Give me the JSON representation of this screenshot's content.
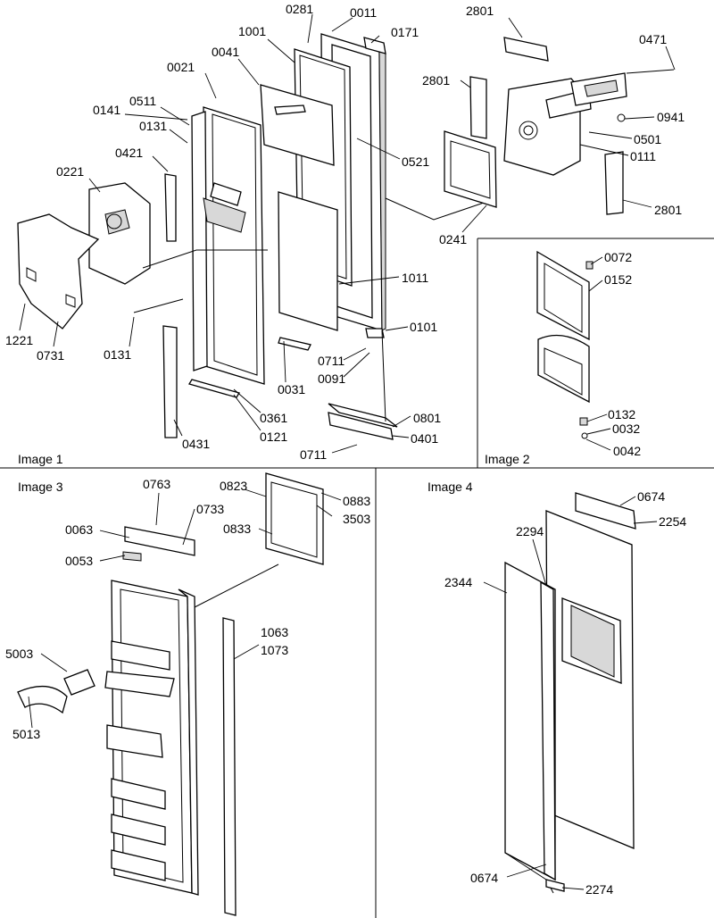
{
  "panels": [
    {
      "caption": "Image 1",
      "labels": [
        "0281",
        "0011",
        "1001",
        "0171",
        "0041",
        "0021",
        "0141",
        "0511",
        "0131",
        "0421",
        "0221",
        "1221",
        "0731",
        "0131",
        "0431",
        "0031",
        "0361",
        "0121",
        "0521",
        "1011",
        "0711",
        "0091",
        "0101",
        "0801",
        "0401",
        "0711",
        "2801",
        "0471",
        "2801",
        "0941",
        "0501",
        "0111",
        "2801",
        "0241"
      ]
    },
    {
      "caption": "Image 2",
      "labels": [
        "0072",
        "0152",
        "0132",
        "0032",
        "0042"
      ]
    },
    {
      "caption": "Image 3",
      "labels": [
        "0763",
        "0823",
        "0883",
        "3503",
        "0733",
        "0063",
        "0833",
        "0053",
        "1063",
        "1073",
        "5003",
        "5013"
      ]
    },
    {
      "caption": "Image 4",
      "labels": [
        "0674",
        "2254",
        "2294",
        "2344",
        "0674",
        "2274"
      ]
    }
  ]
}
